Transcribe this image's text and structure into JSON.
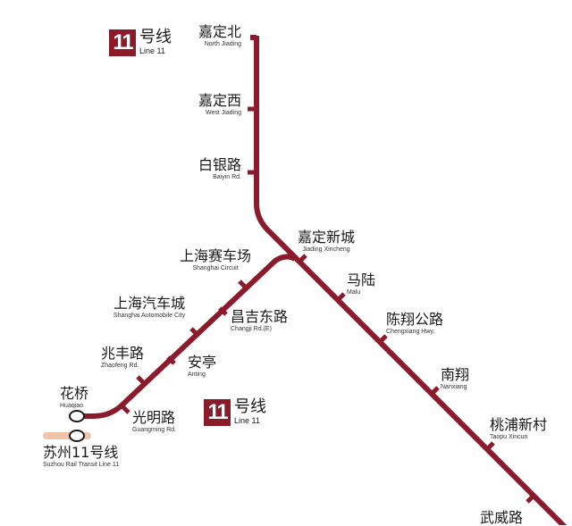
{
  "legend_top": {
    "number": "11",
    "name_cn": "号线",
    "name_en": "Line 11"
  },
  "legend_mid": {
    "number": "11",
    "name_cn": "号线",
    "name_en": "Line 11"
  },
  "colors": {
    "line": "#8b1a2b",
    "suzhou_line": "#f0c4a8"
  },
  "stations": [
    {
      "cn": "嘉定北",
      "en": "North Jiading"
    },
    {
      "cn": "嘉定西",
      "en": "West Jiading"
    },
    {
      "cn": "白银路",
      "en": "Baiyin Rd."
    },
    {
      "cn": "嘉定新城",
      "en": "Jiading Xincheng"
    },
    {
      "cn": "马陆",
      "en": "Malu"
    },
    {
      "cn": "陈翔公路",
      "en": "Chengxiang Hwy."
    },
    {
      "cn": "南翔",
      "en": "Nanxiang"
    },
    {
      "cn": "桃浦新村",
      "en": "Taopu Xincun"
    },
    {
      "cn": "武威路",
      "en": ""
    },
    {
      "cn": "上海赛车场",
      "en": "Shanghai Circuit"
    },
    {
      "cn": "昌吉东路",
      "en": "Changji Rd.(E)"
    },
    {
      "cn": "上海汽车城",
      "en": "Shanghai Automobile City"
    },
    {
      "cn": "安亭",
      "en": "Anting"
    },
    {
      "cn": "兆丰路",
      "en": "Zhaofeng Rd."
    },
    {
      "cn": "光明路",
      "en": "Guangming Rd."
    },
    {
      "cn": "花桥",
      "en": "Huaqiao"
    }
  ],
  "transfer": {
    "cn": "苏州11号线",
    "en": "Suzhou Rail Transit Line 11"
  }
}
